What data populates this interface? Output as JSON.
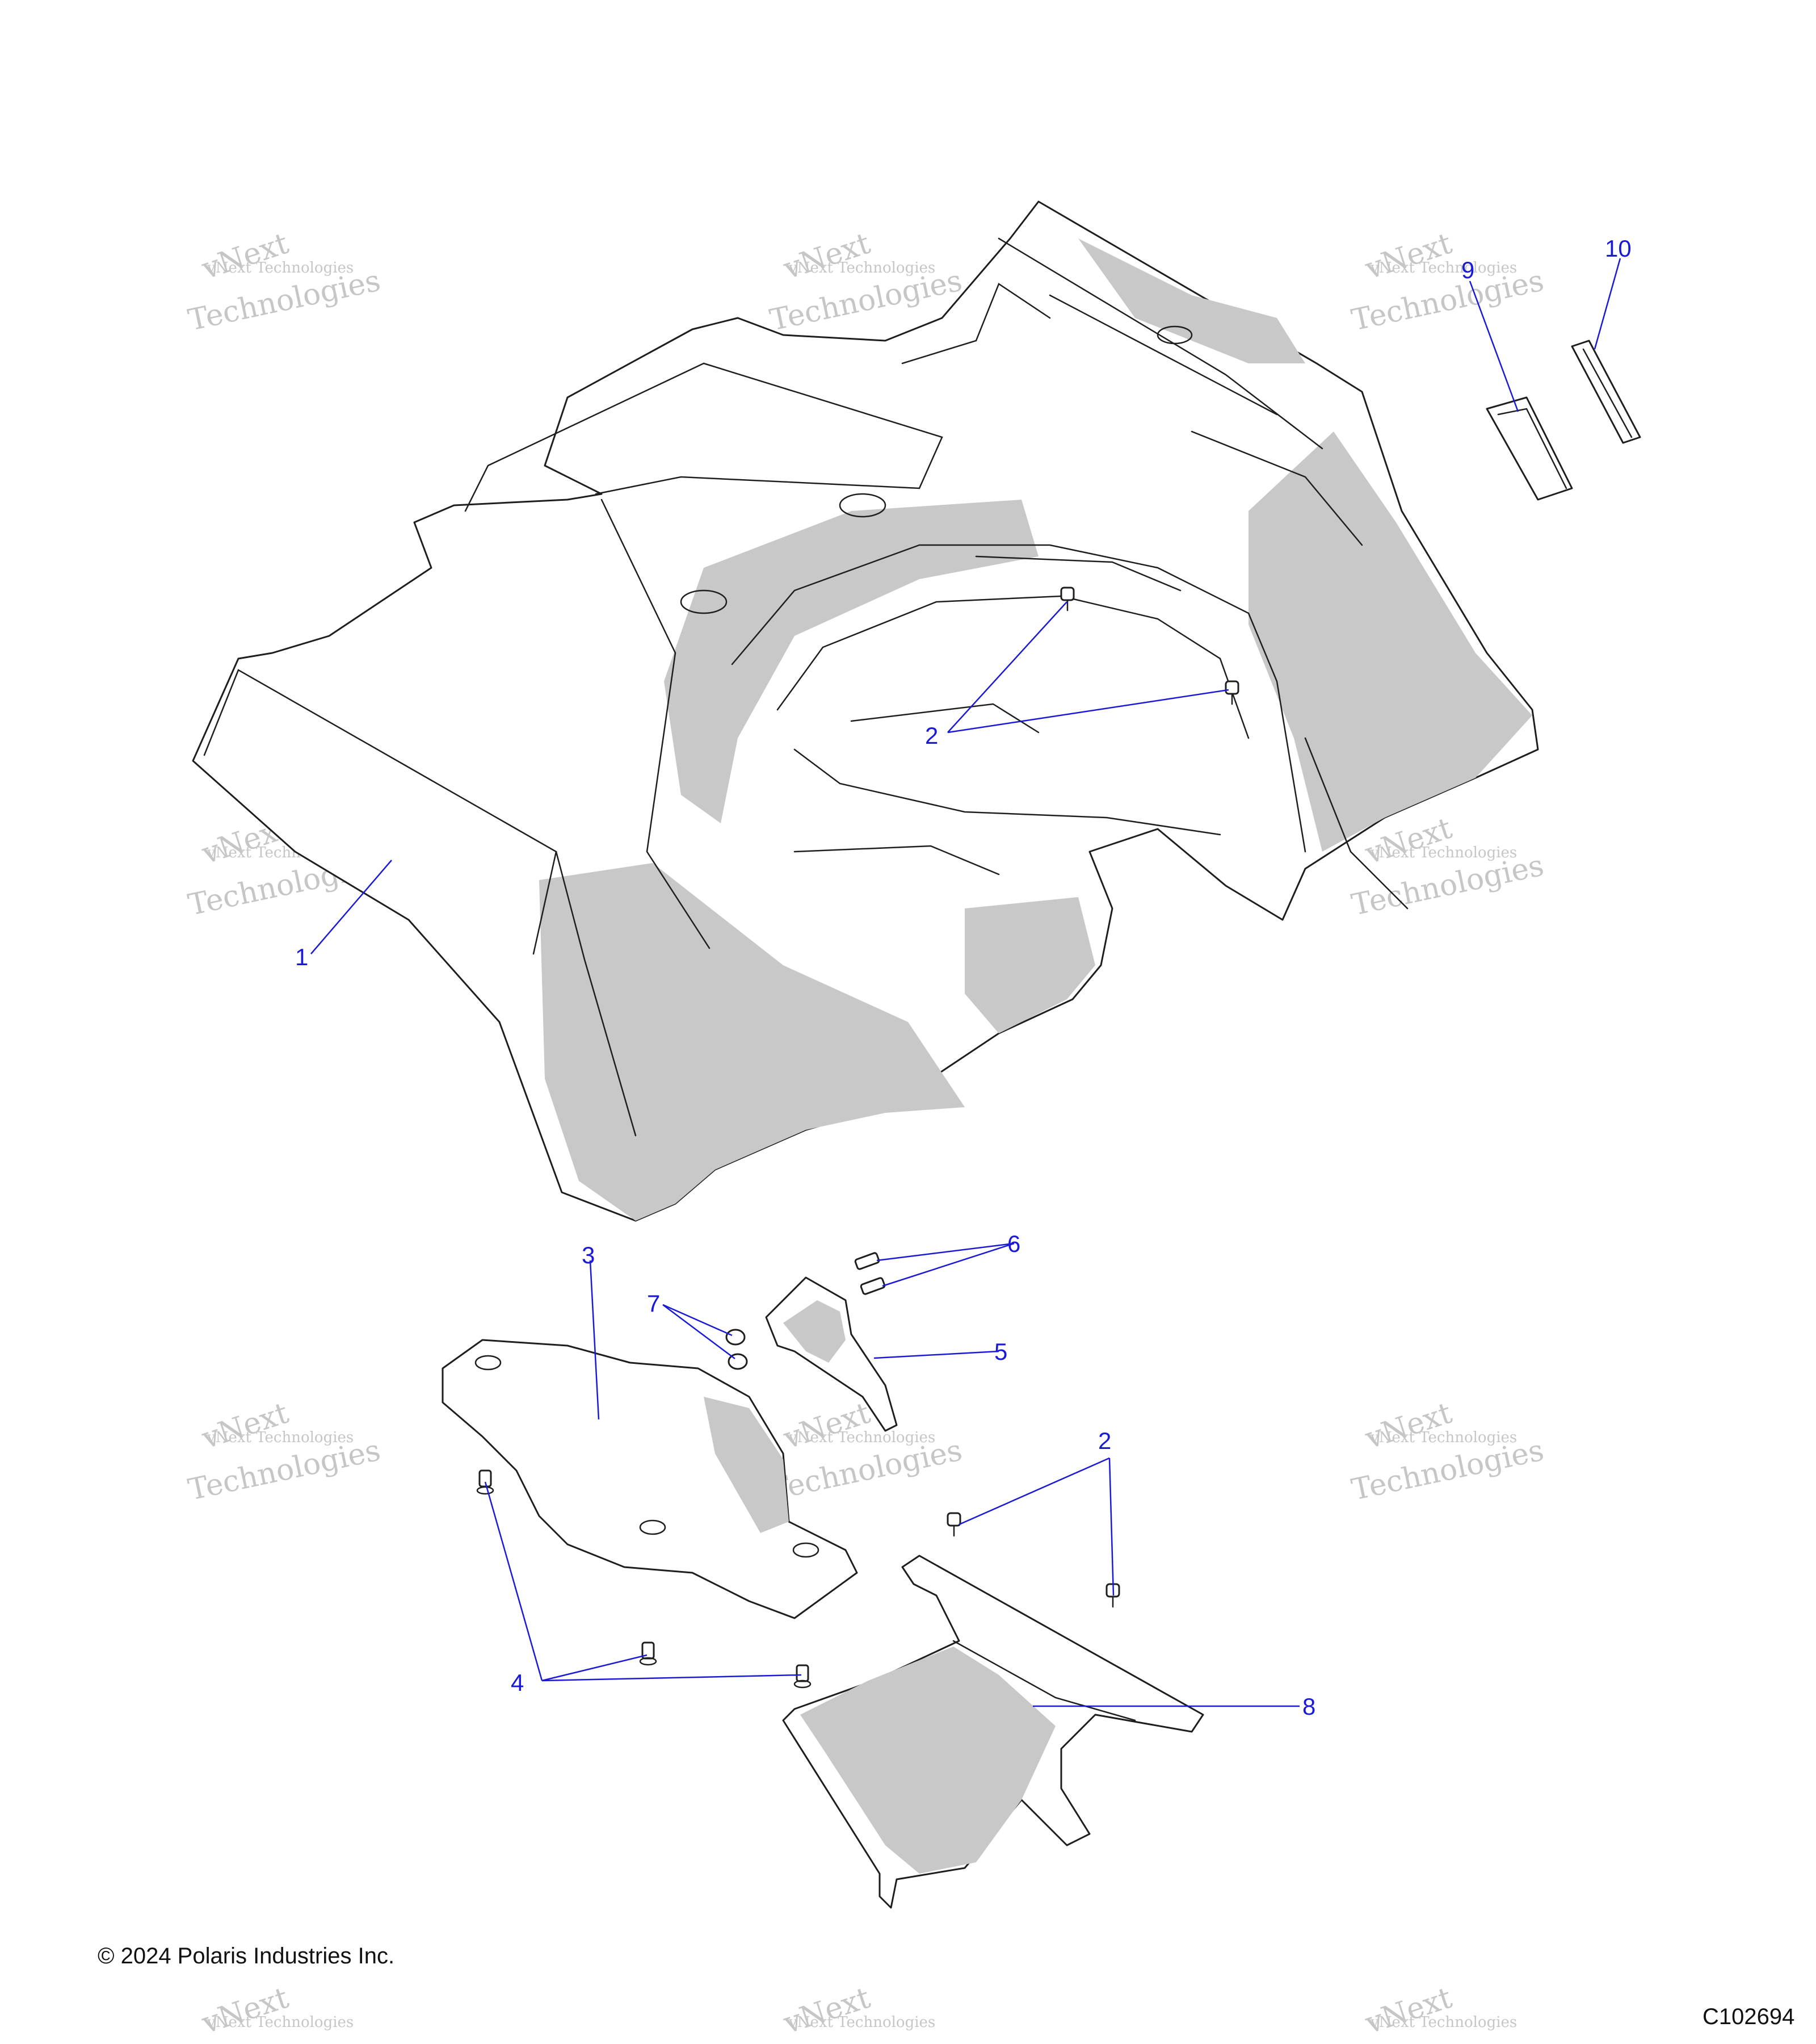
{
  "callouts": [
    "1",
    "2",
    "2",
    "3",
    "4",
    "5",
    "6",
    "7",
    "8",
    "9",
    "10"
  ],
  "watermark": {
    "line1": "vNext Technologies",
    "line2": "vNext",
    "line3": "Technologies"
  },
  "copyright": "© 2024 Polaris Industries Inc.",
  "diagram_id": "C102694"
}
